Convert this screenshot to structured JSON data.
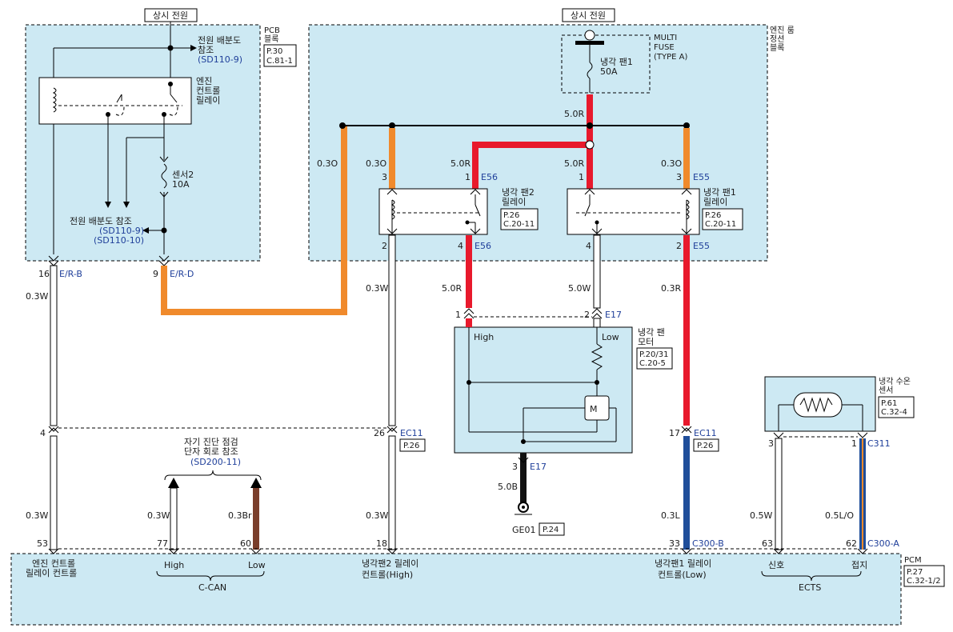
{
  "labels": {
    "const_power_left": "상시 전원",
    "const_power_right": "상시 전원",
    "pcb_name": "PCB",
    "pcb_name2": "블록",
    "pcb_ref1": "P.30",
    "pcb_ref2": "C.81-1",
    "engine_room_block1": "엔진 룸",
    "engine_room_block2": "정션",
    "engine_room_block3": "블록",
    "power_dist_ref1": "전원 배분도",
    "power_dist_ref2": "참조",
    "power_dist_code": "(SD110-9)",
    "ecr1": "엔진",
    "ecr2": "컨트롤",
    "ecr3": "릴레이",
    "sensor2_name": "센서2",
    "sensor2_amp": "10A",
    "power_dist_bottom": "전원 배분도 참조",
    "power_dist_bottom_code1": "(SD110-9)",
    "power_dist_bottom_code2": "(SD110-10)",
    "multi_fuse1": "MULTI",
    "multi_fuse2": "FUSE",
    "multi_fuse3": "(TYPE A)",
    "fan_fuse_name": "냉각 팬1",
    "fan_fuse_amp": "50A",
    "fan2_relay1": "냉각 팬2",
    "fan2_relay2": "릴레이",
    "fan2_ref1": "P.26",
    "fan2_ref2": "C.20-11",
    "fan1_relay1": "냉각 팬1",
    "fan1_relay2": "릴레이",
    "fan1_ref1": "P.26",
    "fan1_ref2": "C.20-11",
    "fan_motor1": "냉각 팬",
    "fan_motor2": "모터",
    "fan_motor_ref1": "P.20/31",
    "fan_motor_ref2": "C.20-5",
    "high": "High",
    "low": "Low",
    "ects_sensor1": "냉각 수온",
    "ects_sensor2": "센서",
    "ects_ref1": "P.61",
    "ects_ref2": "C.32-4",
    "self_diag1": "자기 진단 점검",
    "self_diag2": "단자 회로 참조",
    "self_diag_code": "(SD200-11)",
    "pcm_name": "PCM",
    "pcm_ref1": "P.27",
    "pcm_ref2": "C.32-1/2",
    "pcm_ecr1": "엔진 컨트롤",
    "pcm_ecr2": "릴레이 컨트롤",
    "can_high": "High",
    "can_low": "Low",
    "can_name": "C-CAN",
    "pcm_fan2_1": "냉각팬2 릴레이",
    "pcm_fan2_2": "컨트롤(High)",
    "pcm_fan1_1": "냉각팬1 릴레이",
    "pcm_fan1_2": "컨트롤(Low)",
    "pcm_signal": "신호",
    "pcm_ground": "접지",
    "pcm_ects": "ECTS",
    "ground_name": "GE01",
    "ground_ref": "P.24"
  },
  "wires": {
    "w_50R_top": "5.0R",
    "w_50R_a": "5.0R",
    "w_50R_b": "5.0R",
    "w_03O_a": "0.3O",
    "w_03O_b": "0.3O",
    "w_03O_c": "0.3O",
    "w_03W_left": "0.3W",
    "w_03W_mid": "0.3W",
    "w_50R_motor": "5.0R",
    "w_50W_motor": "5.0W",
    "w_03R": "0.3R",
    "w_03W_left2": "0.3W",
    "w_03W_can": "0.3W",
    "w_03Br": "0.3Br",
    "w_03W_mid2": "0.3W",
    "w_03L": "0.3L",
    "w_05W": "0.5W",
    "w_05LO": "0.5L/O",
    "w_50B": "5.0B"
  },
  "pins": {
    "p16": "16",
    "er_b": "E/R-B",
    "p9": "9",
    "er_d": "E/R-D",
    "p3a": "3",
    "p1a": "1",
    "e56a": "E56",
    "p2a": "2",
    "p4a": "4",
    "e56b": "E56",
    "p1b": "1",
    "p3b": "3",
    "e55a": "E55",
    "p4b": "4",
    "p2b": "2",
    "e55b": "E55",
    "p1m": "1",
    "p2m": "2",
    "e17a": "E17",
    "p3m": "3",
    "e17b": "E17",
    "p4": "4",
    "p26": "26",
    "ec11a": "EC11",
    "ec11a_ref": "P.26",
    "p17": "17",
    "ec11b": "EC11",
    "ec11b_ref": "P.26",
    "p3s": "3",
    "p1s": "1",
    "c311": "C311",
    "p53": "53",
    "p77": "77",
    "p60": "60",
    "p18": "18",
    "p33": "33",
    "c300b": "C300-B",
    "p63": "63",
    "p62": "62",
    "c300a": "C300-A"
  },
  "colors": {
    "panel": "#cde9f3",
    "red": "#e8192c",
    "orange": "#f08a2c",
    "blue_wire": "#1f4e9a",
    "brown": "#7a3e2b",
    "black": "#111111",
    "label_blue": "#1f3f9a"
  }
}
